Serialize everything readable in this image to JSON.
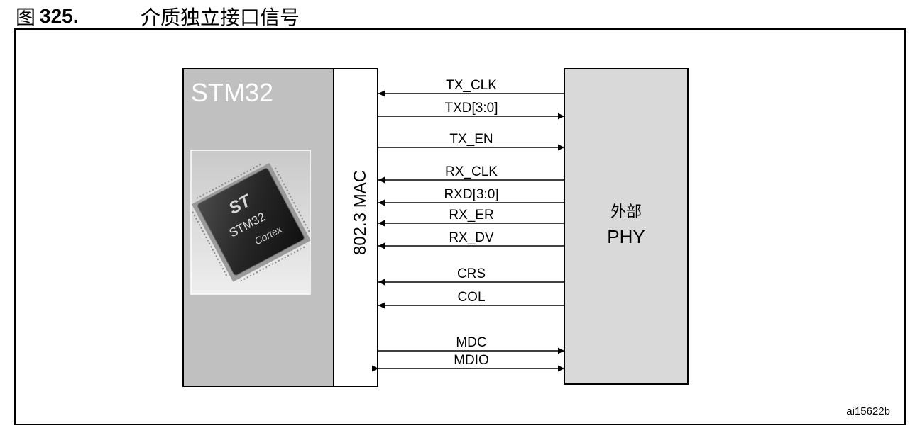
{
  "figure": {
    "label_prefix": "图",
    "number": "325.",
    "title": "介质独立接口信号",
    "ref_id": "ai15622b"
  },
  "diagram": {
    "mcu_label": "STM32",
    "mac_label": "802.3 MAC",
    "phy_label_line1": "外部",
    "phy_label_line2": "PHY",
    "chip_image": {
      "logo": "ST",
      "brand": "STM32",
      "core": "Cortex"
    },
    "signals": [
      {
        "name": "TX_CLK",
        "direction": "phy-to-mac"
      },
      {
        "name": "TXD[3:0]",
        "direction": "mac-to-phy"
      },
      {
        "name": "TX_EN",
        "direction": "mac-to-phy"
      },
      {
        "name": "RX_CLK",
        "direction": "phy-to-mac"
      },
      {
        "name": "RXD[3:0]",
        "direction": "phy-to-mac"
      },
      {
        "name": "RX_ER",
        "direction": "phy-to-mac"
      },
      {
        "name": "RX_DV",
        "direction": "phy-to-mac"
      },
      {
        "name": "CRS",
        "direction": "phy-to-mac"
      },
      {
        "name": "COL",
        "direction": "phy-to-mac"
      },
      {
        "name": "MDC",
        "direction": "mac-to-phy"
      },
      {
        "name": "MDIO",
        "direction": "bidirectional"
      }
    ],
    "colors": {
      "mcu_fill": "#c0c0c0",
      "phy_fill": "#d9d9d9",
      "line": "#000000",
      "label_white": "#ffffff"
    }
  }
}
